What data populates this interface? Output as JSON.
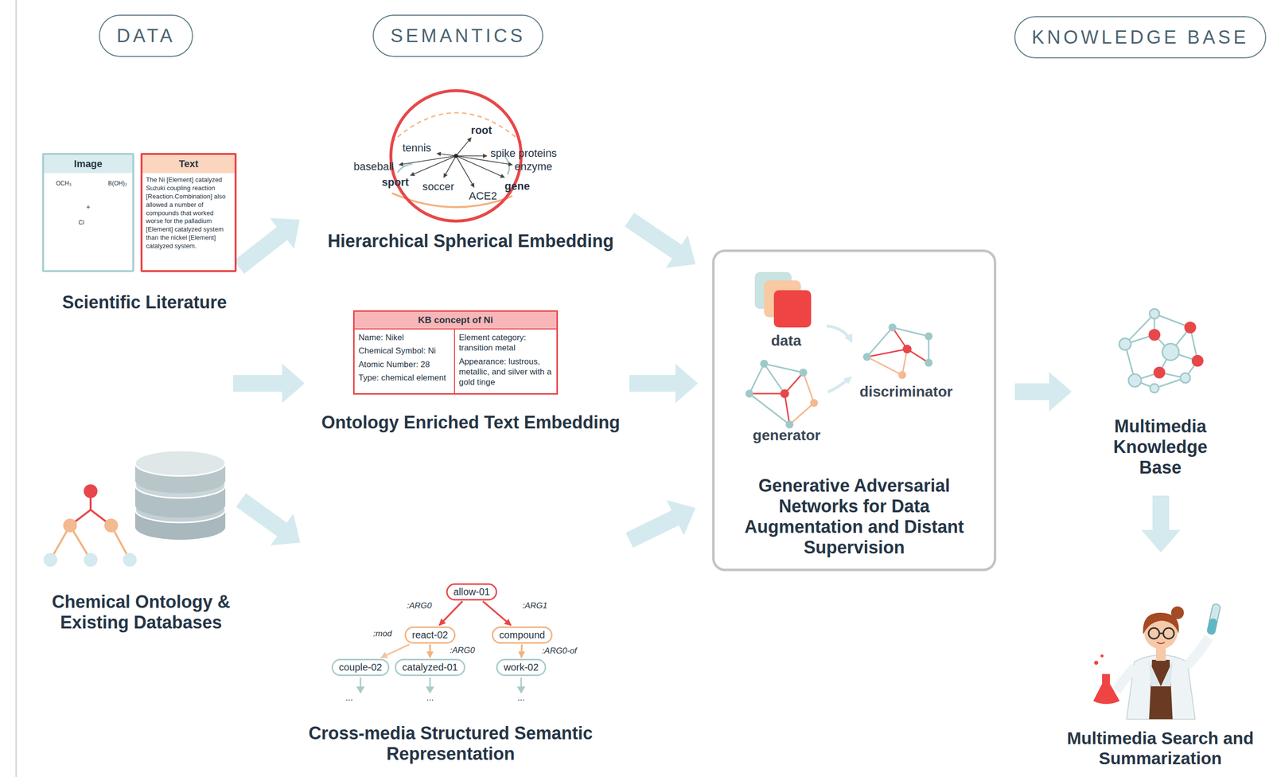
{
  "diagram": {
    "nodes": [
      {
        "text": [
          "DATA"
        ]
      },
      {
        "text": [
          "SEMANTICS"
        ]
      },
      {
        "text": [
          "KNOWLEDGE BASE"
        ]
      },
      {
        "text": [
          "Image"
        ]
      },
      {
        "text": [
          "Text",
          "The Ni [Element] catalyzed Suzuki coupling reaction [Reaction.Combination] also allowed a number of compounds that worked worse for the palladium [Element] catalyzed system than the nickel [Element] catalyzed system."
        ]
      },
      {
        "text": [
          "KB concept of Ni",
          "Name: Nikel",
          "Chemical Symbol: Ni",
          "Atomic Number: 28",
          "Type: chemical element",
          "Element category: transition metal",
          "Appearance: lustrous, metallic, and silver with a gold tinge"
        ]
      },
      {
        "text": [
          "Generative Adversarial Networks for Data Augmentation and Distant Supervision"
        ]
      },
      {
        "text": [
          "allow-01"
        ]
      },
      {
        "text": [
          "react-02"
        ]
      },
      {
        "text": [
          "compound"
        ]
      },
      {
        "text": [
          "couple-02"
        ]
      },
      {
        "text": [
          "catalyzed-01"
        ]
      },
      {
        "text": [
          "work-02"
        ]
      }
    ],
    "edges": [
      {
        "from": 7,
        "to": 8,
        "arrow": "to",
        "label": ":ARG0"
      },
      {
        "from": 7,
        "to": 9,
        "arrow": "to",
        "label": ":ARG1"
      },
      {
        "from": 8,
        "to": 10,
        "arrow": "to",
        "label": ":mod"
      },
      {
        "from": 8,
        "to": 11,
        "arrow": "to",
        "label": ":ARG0"
      },
      {
        "from": 9,
        "to": 12,
        "arrow": "to",
        "label": ":ARG0-of"
      }
    ],
    "labels": [
      "Scientific Literature",
      "root",
      "tennis",
      "baseball",
      "sport",
      "soccer",
      "spike proteins",
      "enzyme",
      "gene",
      "ACE2",
      "Hierarchical Spherical Embedding",
      "Ontology Enriched Text Embedding",
      "Chemical Ontology & Existing Databases",
      "data",
      "generator",
      "discriminator",
      "Multimedia Knowledge Base",
      "Multimedia Search and Summarization",
      "Cross-media Structured Semantic Representation",
      "...",
      "...",
      "...",
      "OCH₃",
      "B(OH)₂",
      "Cl",
      "+"
    ]
  }
}
